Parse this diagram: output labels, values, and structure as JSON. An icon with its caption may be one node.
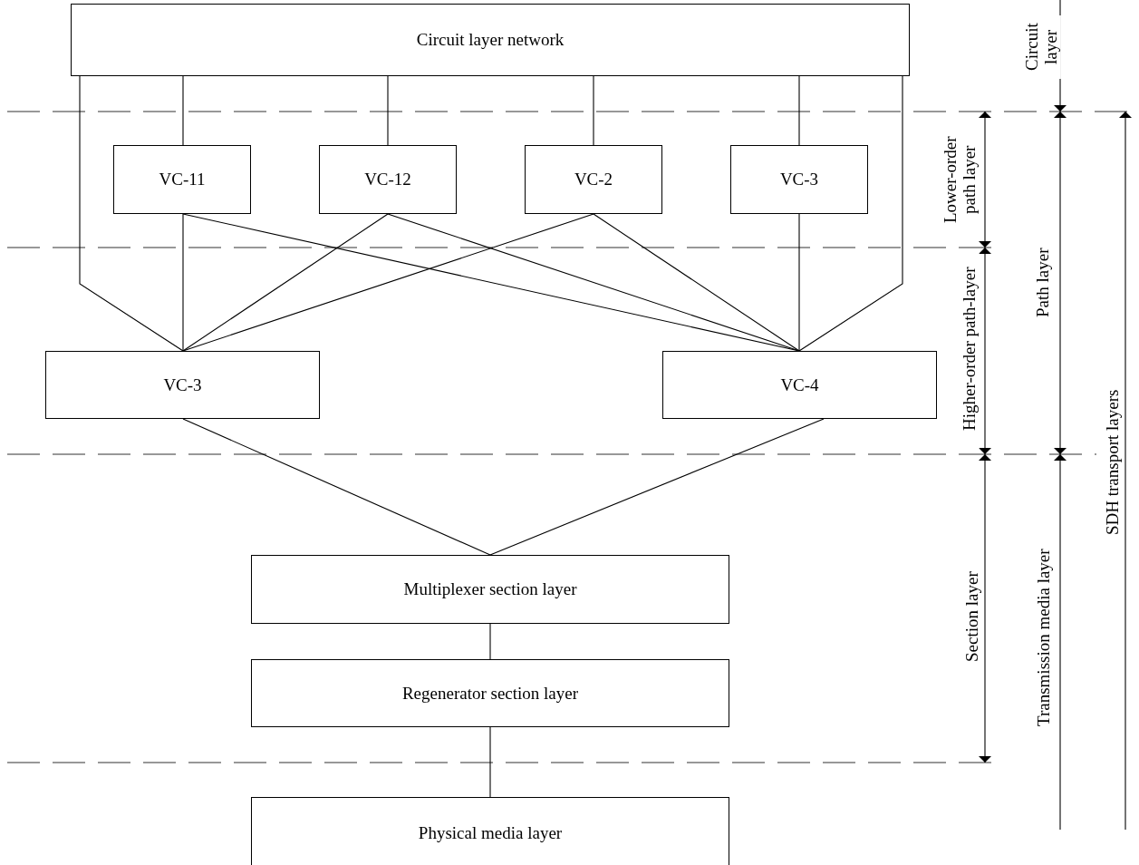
{
  "diagram": {
    "nodes": [
      {
        "text": [
          "Circuit layer network"
        ]
      },
      {
        "text": [
          "VC-11"
        ]
      },
      {
        "text": [
          "VC-12"
        ]
      },
      {
        "text": [
          "VC-2"
        ]
      },
      {
        "text": [
          "VC-3"
        ]
      },
      {
        "text": [
          "VC-3"
        ]
      },
      {
        "text": [
          "VC-4"
        ]
      },
      {
        "text": [
          "Multiplexer section layer"
        ]
      },
      {
        "text": [
          "Regenerator section layer"
        ]
      },
      {
        "text": [
          "Physical media layer"
        ]
      }
    ],
    "edges": [
      {
        "from": 0,
        "to": 1,
        "arrow": "none"
      },
      {
        "from": 0,
        "to": 2,
        "arrow": "none"
      },
      {
        "from": 0,
        "to": 3,
        "arrow": "none"
      },
      {
        "from": 0,
        "to": 4,
        "arrow": "none"
      },
      {
        "from": 0,
        "to": 5,
        "arrow": "none"
      },
      {
        "from": 0,
        "to": 6,
        "arrow": "none"
      },
      {
        "from": 1,
        "to": 5,
        "arrow": "none"
      },
      {
        "from": 1,
        "to": 6,
        "arrow": "none"
      },
      {
        "from": 2,
        "to": 5,
        "arrow": "none"
      },
      {
        "from": 2,
        "to": 6,
        "arrow": "none"
      },
      {
        "from": 3,
        "to": 5,
        "arrow": "none"
      },
      {
        "from": 3,
        "to": 6,
        "arrow": "none"
      },
      {
        "from": 4,
        "to": 6,
        "arrow": "none"
      },
      {
        "from": 5,
        "to": 7,
        "arrow": "none"
      },
      {
        "from": 6,
        "to": 7,
        "arrow": "none"
      },
      {
        "from": 7,
        "to": 8,
        "arrow": "none"
      },
      {
        "from": 8,
        "to": 9,
        "arrow": "none"
      }
    ],
    "labels": [
      "Circuit layer",
      "Lower-order path layer",
      "Path layer",
      "Higher-order path-layer",
      "SDH transport layers",
      "Section layer",
      "Transmission media layer"
    ]
  }
}
